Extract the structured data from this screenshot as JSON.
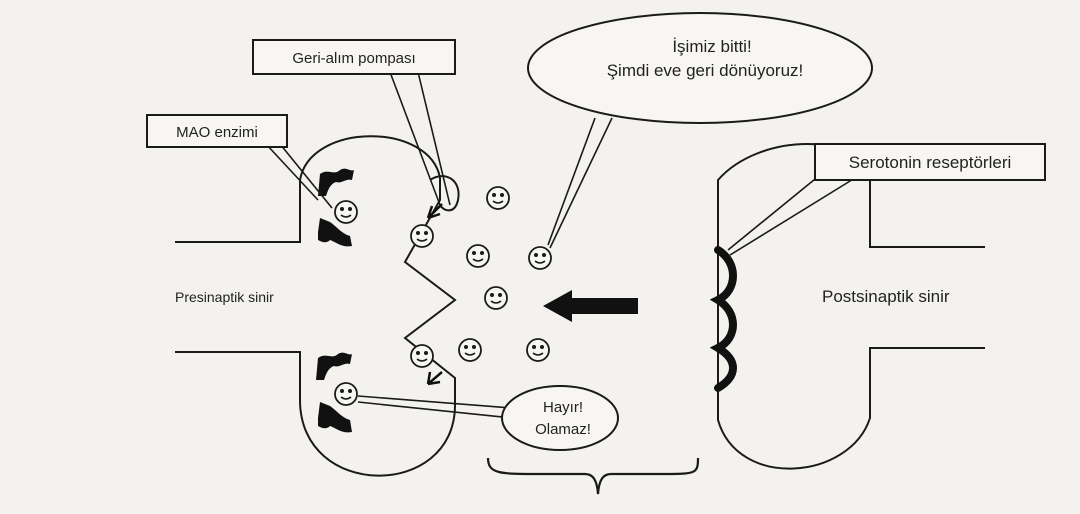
{
  "labels": {
    "reuptake_pump": "Geri-alım pompası",
    "mao_enzyme": "MAO enzimi",
    "serotonin_receptors": "Serotonin reseptörleri",
    "presynaptic": "Presinaptik sinir",
    "postsynaptic": "Postsinaptik sinir"
  },
  "speech": {
    "top": {
      "line1": "İşimiz bitti!",
      "line2": "Şimdi eve geri dönüyoruz!"
    },
    "bottom": {
      "line1": "Hayır!",
      "line2": "Olamaz!"
    }
  },
  "colors": {
    "ink": "#1a1a1a",
    "paper": "#f3f2ee",
    "molecule": "#f6f6f2"
  }
}
